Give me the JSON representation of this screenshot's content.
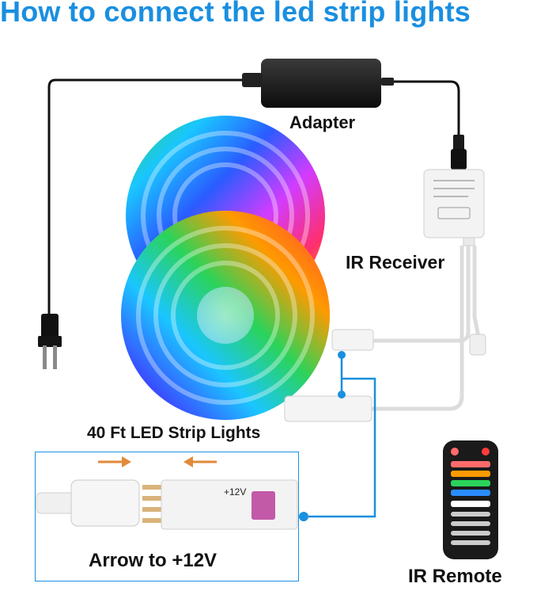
{
  "title": "How to connect the led  strip lights",
  "labels": {
    "adapter": "Adapter",
    "ir_receiver": "IR Receiver",
    "strip_lights": "40 Ft LED Strip Lights",
    "arrow_note": "Arrow to +12V",
    "ir_remote": "IR Remote",
    "plus_12v": "+12V"
  },
  "colors": {
    "title": "#1a8fe0",
    "connector_line": "#1a8fe0",
    "arrow": "#e08a3a",
    "cable": "#111111",
    "receiver_body": "#f3f3f3"
  },
  "icons": [
    "adapter-icon",
    "power-plug-icon",
    "led-reel-icon",
    "ir-receiver-icon",
    "ir-remote-icon",
    "connector-icon",
    "arrow-right-icon",
    "arrow-left-icon"
  ]
}
